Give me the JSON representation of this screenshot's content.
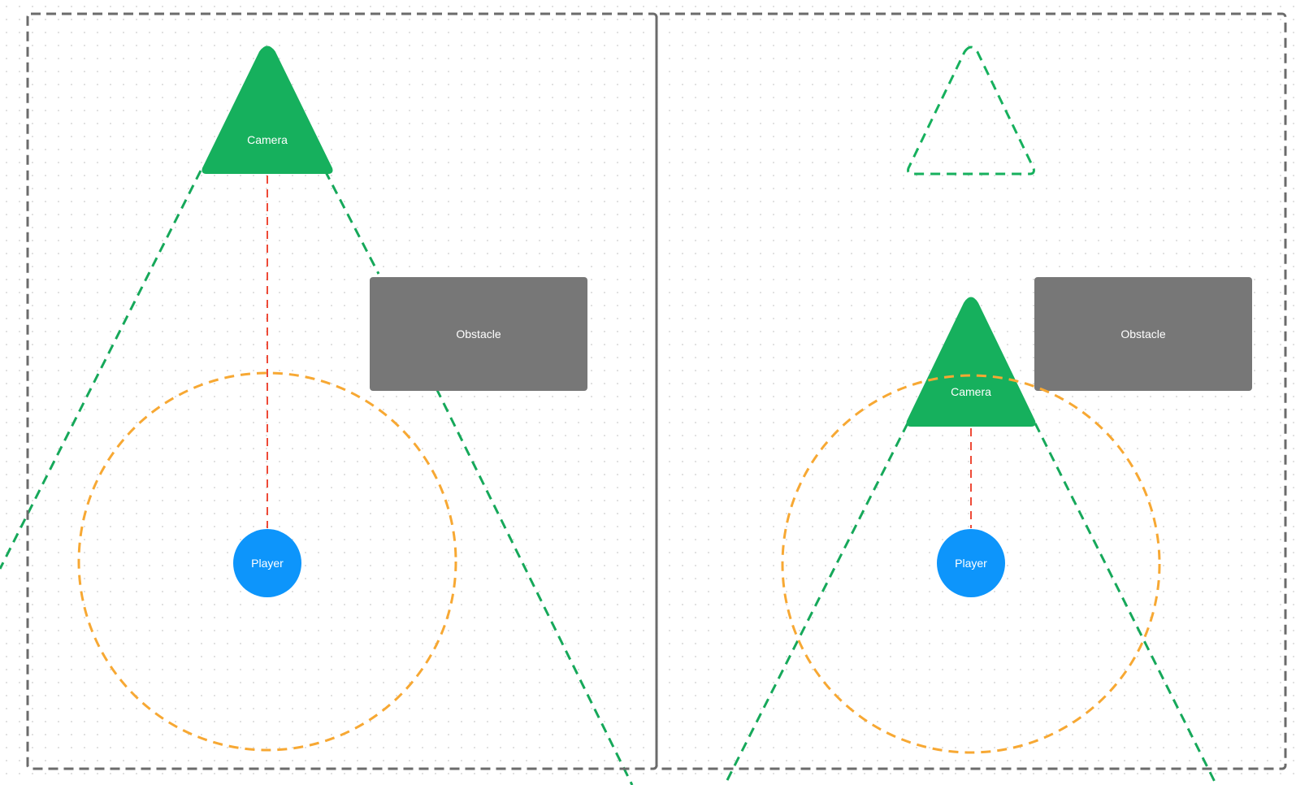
{
  "diagram": {
    "colors": {
      "frame": "#6b6b6b",
      "grid_dot": "#d7d7d7",
      "camera": "#16b05d",
      "view_cone": "#16a85a",
      "obstacle": "#777777",
      "player": "#0d95fb",
      "follow_radius": "#f7a833",
      "camera_line": "#ee4a37",
      "label_text": "#ffffff"
    },
    "panels": [
      {
        "name": "left",
        "camera": {
          "label": "Camera",
          "state": "filled"
        },
        "obstacle": {
          "label": "Obstacle"
        },
        "player": {
          "label": "Player"
        }
      },
      {
        "name": "right",
        "ghost_camera": {
          "state": "outline"
        },
        "camera": {
          "label": "Camera",
          "state": "filled"
        },
        "obstacle": {
          "label": "Obstacle"
        },
        "player": {
          "label": "Player"
        }
      }
    ]
  }
}
